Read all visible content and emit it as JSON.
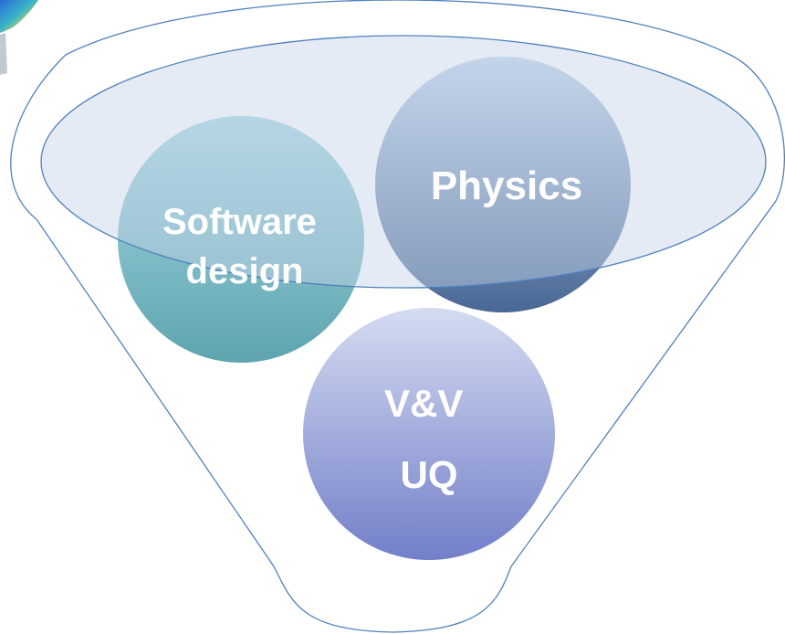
{
  "colors": {
    "funnel_stroke": "#4f81bd",
    "rim_fill": "#c5d3e6",
    "label_text": "#ffffff"
  },
  "circles": [
    {
      "id": "software-design",
      "lines": [
        "Software",
        "design"
      ],
      "color_top": "#9fd4e0",
      "color_bottom": "#4b9ba6"
    },
    {
      "id": "physics",
      "lines": [
        "Physics"
      ],
      "color_top": "#c0d4ec",
      "color_bottom": "#3e5f8e"
    },
    {
      "id": "vv-uq",
      "lines": [
        "V&V",
        "UQ"
      ],
      "color_top": "#d2daf0",
      "color_bottom": "#6b78c6"
    }
  ],
  "decoration": {
    "corner_icon": "partial-logo-icon"
  }
}
